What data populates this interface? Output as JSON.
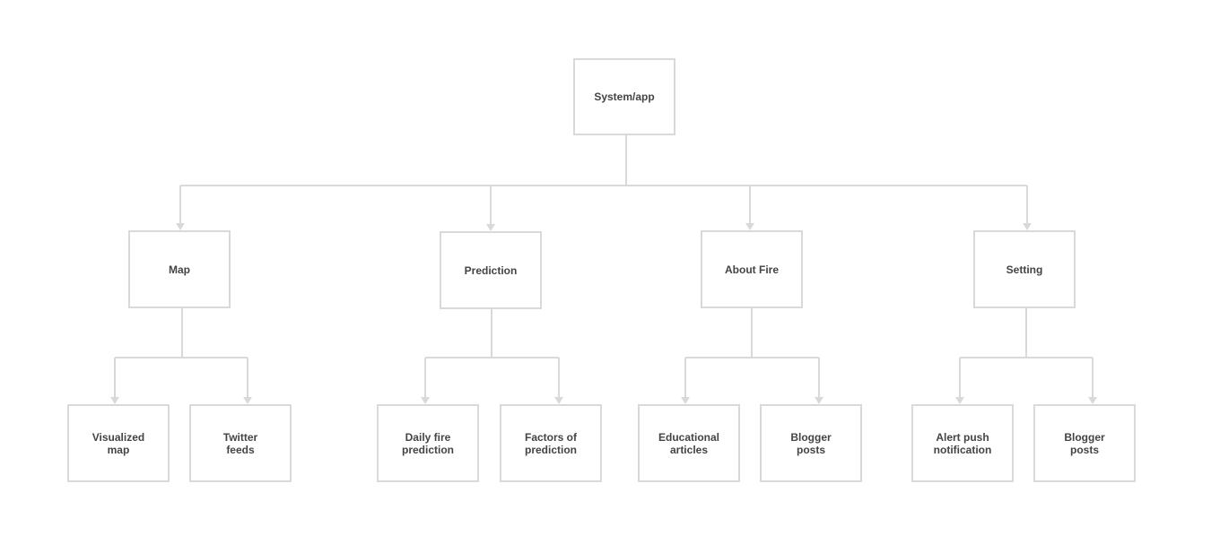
{
  "root": {
    "label": "System/app"
  },
  "categories": [
    {
      "label": "Map",
      "children": [
        {
          "label": "Visualized\nmap"
        },
        {
          "label": "Twitter\nfeeds"
        }
      ]
    },
    {
      "label": "Prediction",
      "children": [
        {
          "label": "Daily fire\nprediction"
        },
        {
          "label": "Factors of\nprediction"
        }
      ]
    },
    {
      "label": "About Fire",
      "children": [
        {
          "label": "Educational\narticles"
        },
        {
          "label": "Blogger\nposts"
        }
      ]
    },
    {
      "label": "Setting",
      "children": [
        {
          "label": "Alert push\nnotification"
        },
        {
          "label": "Blogger\nposts"
        }
      ]
    }
  ],
  "colors": {
    "stroke": "#d9d9d9",
    "text": "#444444",
    "background": "#ffffff"
  }
}
